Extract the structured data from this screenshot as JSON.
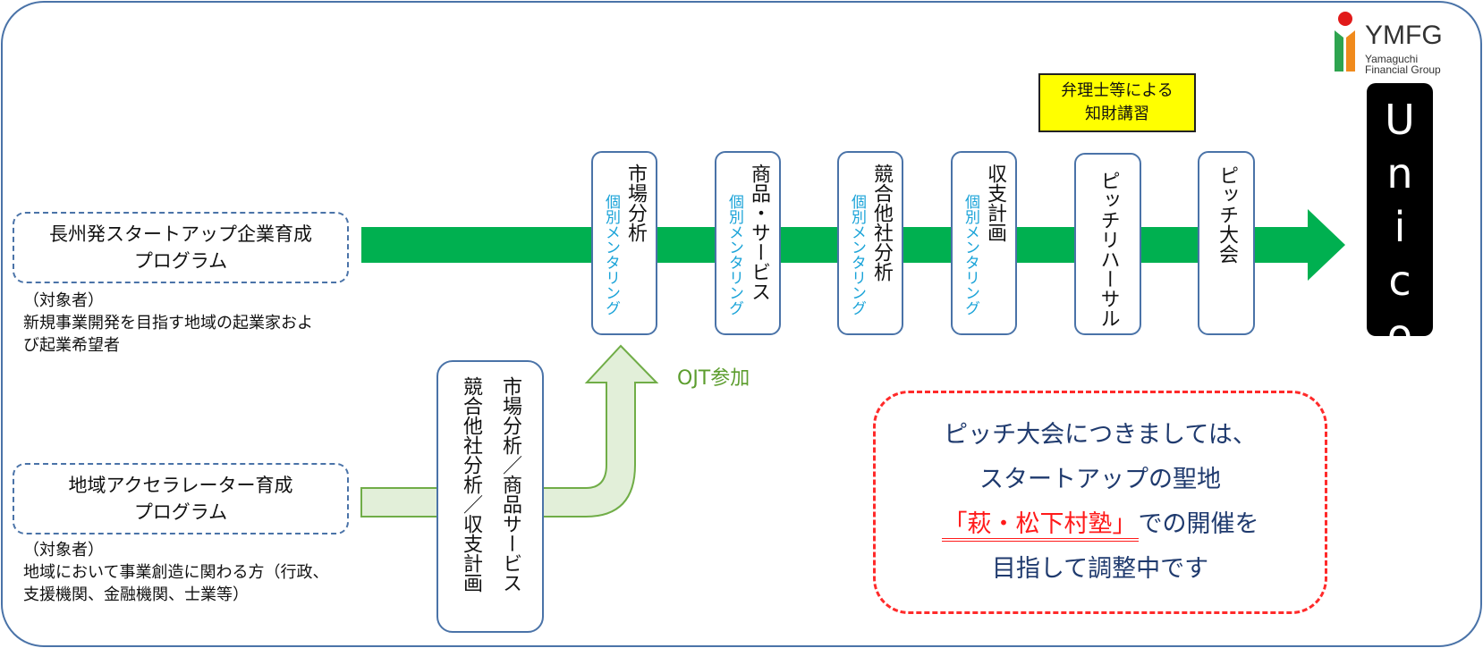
{
  "logo": {
    "brand": "YMFG",
    "sub1": "Yamaguchi",
    "sub2": "Financial Group"
  },
  "program_a": {
    "line1": "長州発スタートアップ企業育成",
    "line2": "プログラム",
    "target_label": "（対象者）",
    "target_line1": "新規事業開発を目指す地域の起業家およ",
    "target_line2": "び起業希望者"
  },
  "program_b": {
    "line1": "地域アクセラレーター育成",
    "line2": "プログラム",
    "target_label": "（対象者）",
    "target_line1": "地域において事業創造に関わる方（行政、",
    "target_line2": "支援機関、金融機関、士業等）"
  },
  "steps": [
    {
      "main": "市場分析",
      "sub": "個別メンタリング"
    },
    {
      "main": "商品・サービス",
      "sub": "個別メンタリング"
    },
    {
      "main": "競合他社分析",
      "sub": "個別メンタリング"
    },
    {
      "main": "収支計画",
      "sub": "個別メンタリング"
    },
    {
      "main": "ピッチリハーサル",
      "sub": ""
    },
    {
      "main": "ピッチ大会",
      "sub": ""
    }
  ],
  "ip_lecture": {
    "line1": "弁理士等による",
    "line2": "知財講習"
  },
  "goal": "Unicorn",
  "ojt": {
    "col1": "市場分析／商品サービス",
    "col2": "競合他社分析／収支計画",
    "label": "OJT参加"
  },
  "notice": {
    "line1": "ピッチ大会につきましては、",
    "line2": "スタートアップの聖地",
    "venue": "「萩・松下村塾」",
    "line3_rest": "での開催を",
    "line4": "目指して調整中です"
  },
  "colors": {
    "main_arrow": "#00b050",
    "ojt_arrow_fill": "#e2efd9",
    "ojt_arrow_stroke": "#70ad47",
    "box_border": "#4a73a8",
    "mentoring_text": "#1aa3d8",
    "notice_border": "#ff2a2a",
    "highlight": "#ffff00"
  }
}
